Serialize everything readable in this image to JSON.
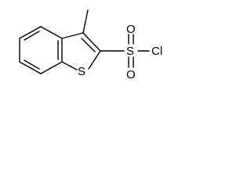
{
  "molecule": {
    "atoms": {
      "sulfur_ring": "S",
      "sulfur_sulfonyl": "S",
      "oxygen_top": "O",
      "oxygen_bottom": "O",
      "chlorine": "Cl"
    }
  }
}
